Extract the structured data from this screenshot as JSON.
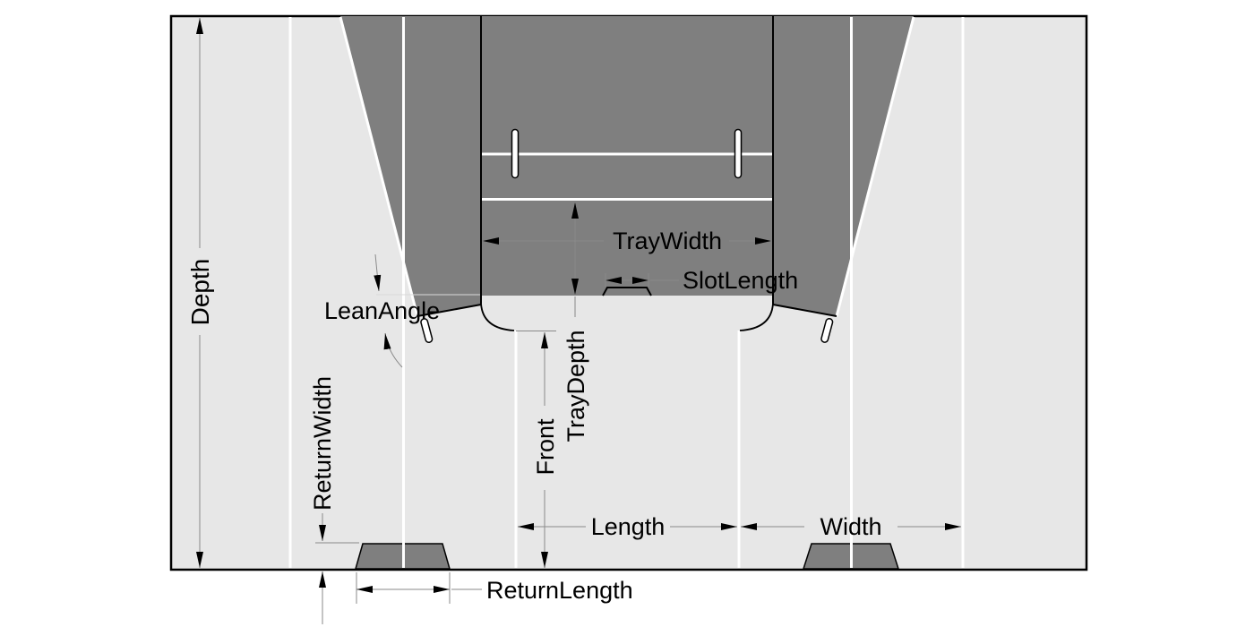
{
  "diagram": {
    "description": "Dieline template drawing of a lean-back display stand with tray, annotated with parametric dimension labels",
    "labels": {
      "depth": "Depth",
      "lean_angle": "LeanAngle",
      "return_width": "ReturnWidth",
      "return_length": "ReturnLength",
      "tray_width": "TrayWidth",
      "slot_length": "SlotLength",
      "tray_depth": "TrayDepth",
      "front": "Front",
      "length": "Length",
      "width": "Width"
    },
    "colors": {
      "page_background": "#ffffff",
      "sheet_fill": "#e7e7e7",
      "panel_fill": "#7f7f7f",
      "cut_line": "#000000",
      "fold_line": "#ffffff",
      "dimension_line": "#8a8a8a",
      "slot_fill": "#ffffff",
      "text": "#000000"
    }
  }
}
